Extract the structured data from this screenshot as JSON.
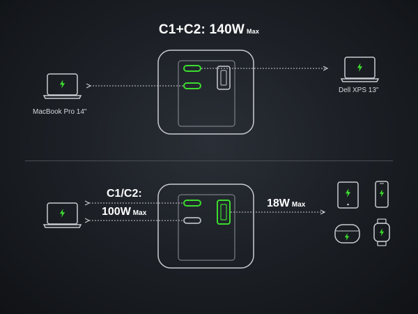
{
  "scenario_top": {
    "title": "C1+C2: 140W",
    "title_suffix": "Max",
    "left_device": "MacBook Pro 14\"",
    "right_device": "Dell XPS 13\""
  },
  "scenario_bottom": {
    "left_label_line1": "C1/C2:",
    "left_label_line2": "100W",
    "left_label_suffix": "Max",
    "right_label": "18W",
    "right_label_suffix": "Max"
  },
  "colors": {
    "accent_green": "#3ddc2f",
    "outline": "#c9ccd1",
    "usbc_inactive": "#b8bcc2"
  },
  "icons": [
    "laptop-icon",
    "tablet-icon",
    "phone-icon",
    "earbuds-case-icon",
    "smartwatch-icon",
    "lightning-bolt-icon"
  ]
}
